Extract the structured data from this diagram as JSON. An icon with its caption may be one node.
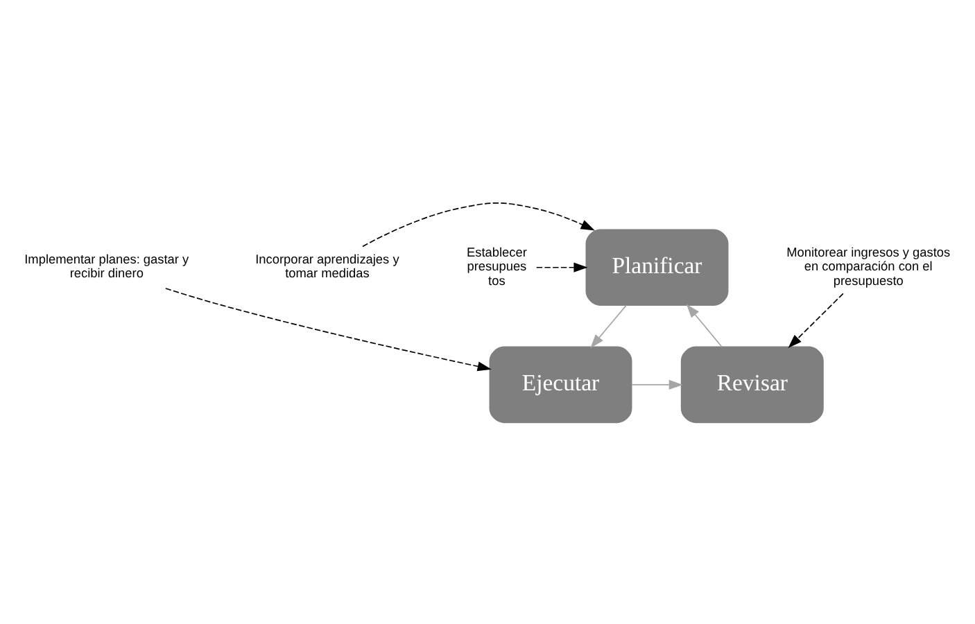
{
  "diagram": {
    "nodes": [
      {
        "text": [
          "Planificar"
        ]
      },
      {
        "text": [
          "Ejecutar"
        ]
      },
      {
        "text": [
          "Revisar"
        ]
      },
      {
        "text": [
          "Incorporar aprendizajes y tomar medidas"
        ]
      },
      {
        "text": [
          "Establecer presupues tos"
        ]
      },
      {
        "text": [
          "Monitorear ingresos y gastos en comparación con el presupuesto"
        ]
      },
      {
        "text": [
          "Implementar planes: gastar y recibir dinero"
        ]
      }
    ],
    "edges": [
      {
        "from": 0,
        "to": 1,
        "arrow": "to",
        "color": "#a6a6a6"
      },
      {
        "from": 1,
        "to": 2,
        "arrow": "to",
        "color": "#a6a6a6"
      },
      {
        "from": 2,
        "to": 0,
        "arrow": "to",
        "color": "#a6a6a6"
      },
      {
        "from": 3,
        "to": 0,
        "arrow": "to",
        "style": "dashed"
      },
      {
        "from": 4,
        "to": 0,
        "arrow": "to",
        "style": "dashed"
      },
      {
        "from": 5,
        "to": 2,
        "arrow": "to",
        "style": "dashed"
      },
      {
        "from": 6,
        "to": 1,
        "arrow": "to",
        "style": "dashed"
      }
    ]
  }
}
